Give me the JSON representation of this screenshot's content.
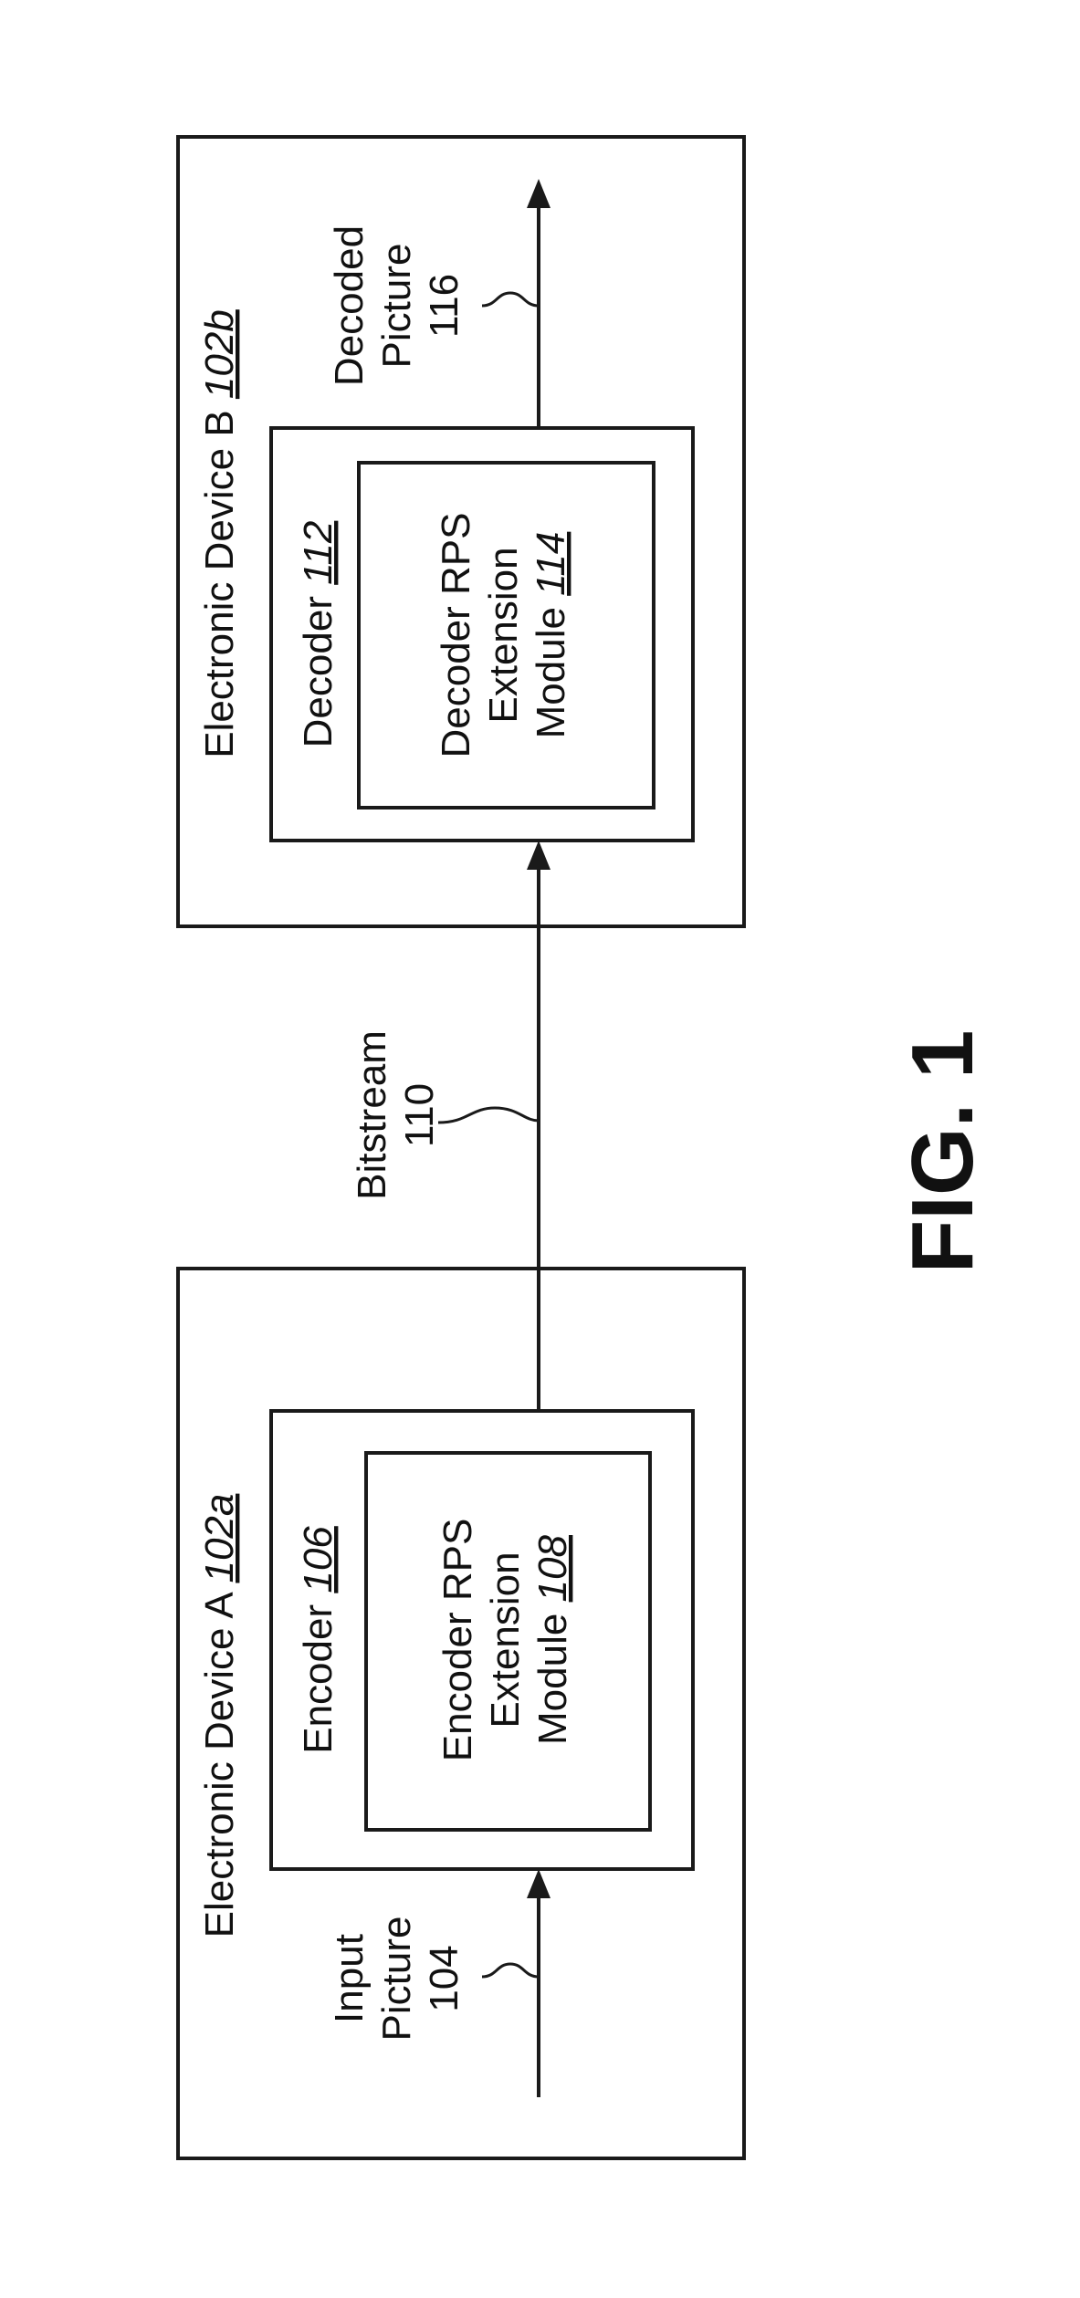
{
  "device_a": {
    "label": "Electronic Device A ",
    "ref": "102a",
    "encoder": {
      "label": "Encoder ",
      "ref": "106",
      "module": {
        "line1": "Encoder RPS",
        "line2": "Extension",
        "line3": "Module ",
        "ref": "108"
      }
    }
  },
  "device_b": {
    "label": "Electronic Device B ",
    "ref": "102b",
    "decoder": {
      "label": "Decoder ",
      "ref": "112",
      "module": {
        "line1": "Decoder RPS",
        "line2": "Extension",
        "line3": "Module ",
        "ref": "114"
      }
    }
  },
  "input_picture": {
    "line1": "Input",
    "line2": "Picture",
    "line3": "104"
  },
  "bitstream": {
    "line1": "Bitstream",
    "line2": "110"
  },
  "decoded_picture": {
    "line1": "Decoded",
    "line2": "Picture",
    "line3": "116"
  },
  "figure_label": "FIG. 1"
}
